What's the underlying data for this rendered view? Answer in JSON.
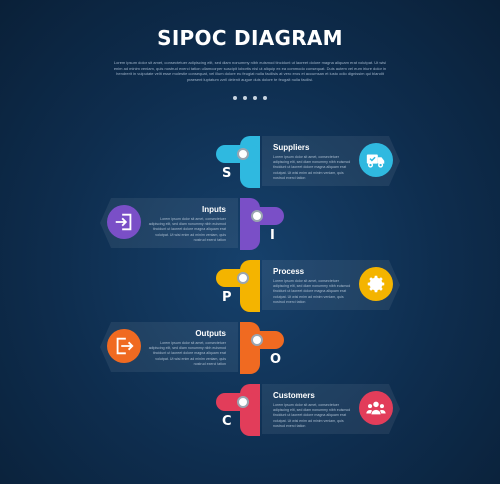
{
  "header": {
    "title": "SIPOC DIAGRAM",
    "subtitle": "Lorem ipsum dolor sit amet, consectetuer adipiscing elit, sed diam nonummy nibh euismod tincidunt ut laoreet dolore magna aliquam erat volutpat. Ut wisi enim ad minim veniam, quis nostrud exerci tation ullamcorper suscipit lobortis nisl ut aliquip ex ea commodo consequat. Duis autem vel eum iriure dolor in hendrerit in vulputate velit esse molestie consequat, vel illum dolore eu feugiat nulla facilisis at vero eros et accumsan et iusto odio dignissim qui blandit praesent luptatum zzril delenit augue duis dolore te feugait nulla facilisi."
  },
  "steps": [
    {
      "letter": "S",
      "title": "Suppliers",
      "side": "right",
      "color": "#2fb9e0",
      "icon": "truck-icon",
      "desc": "Lorem ipsum dolor sit amet, consectetuer adipiscing elit, sed diam nonummy nibh euismod tincidunt ut laoreet dolore magna aliquam erat volutpat. Ut wisi enim ad minim veniam, quis nostrud exerci tation"
    },
    {
      "letter": "I",
      "title": "Inputs",
      "side": "left",
      "color": "#7a4fc7",
      "icon": "sign-in-icon",
      "desc": "Lorem ipsum dolor sit amet, consectetuer adipiscing elit, sed diam nonummy nibh euismod tincidunt ut laoreet dolore magna aliquam erat volutpat. Ut wisi enim ad minim veniam, quis nostrud exerci tation"
    },
    {
      "letter": "P",
      "title": "Process",
      "side": "right",
      "color": "#f4b400",
      "icon": "gear-icon",
      "desc": "Lorem ipsum dolor sit amet, consectetuer adipiscing elit, sed diam nonummy nibh euismod tincidunt ut laoreet dolore magna aliquam erat volutpat. Ut wisi enim ad minim veniam, quis nostrud exerci tation"
    },
    {
      "letter": "O",
      "title": "Outputs",
      "side": "left",
      "color": "#f06a21",
      "icon": "sign-out-icon",
      "desc": "Lorem ipsum dolor sit amet, consectetuer adipiscing elit, sed diam nonummy nibh euismod tincidunt ut laoreet dolore magna aliquam erat volutpat. Ut wisi enim ad minim veniam, quis nostrud exerci tation"
    },
    {
      "letter": "C",
      "title": "Customers",
      "side": "right",
      "color": "#e23d5a",
      "icon": "users-icon",
      "desc": "Lorem ipsum dolor sit amet, consectetuer adipiscing elit, sed diam nonummy nibh euismod tincidunt ut laoreet dolore magna aliquam erat volutpat. Ut wisi enim ad minim veniam, quis nostrud exerci tation"
    }
  ]
}
